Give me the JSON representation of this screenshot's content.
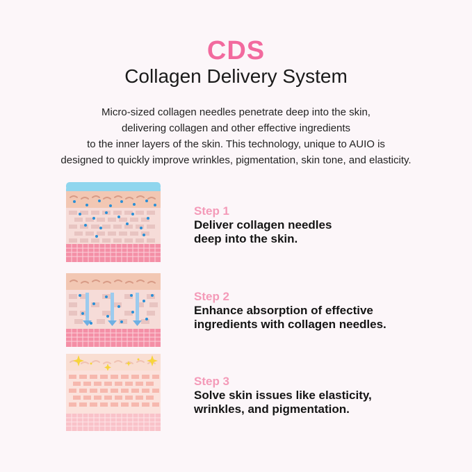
{
  "header": {
    "title": "CDS",
    "subtitle": "Collagen Delivery System",
    "description": [
      "Micro-sized collagen needles penetrate deep into the skin,",
      "delivering collagen and other effective ingredients",
      "to the inner layers of the skin. This technology, unique to AUIO is",
      "designed to quickly improve wrinkles, pigmentation, skin tone, and elasticity."
    ]
  },
  "steps": [
    {
      "label": "Step 1",
      "text": [
        "Deliver collagen needles",
        "deep into the skin."
      ]
    },
    {
      "label": "Step 2",
      "text": [
        "Enhance absorption of effective",
        "ingredients with collagen needles."
      ]
    },
    {
      "label": "Step 3",
      "text": [
        "Solve skin issues like elasticity,",
        "wrinkles, and pigmentation."
      ]
    }
  ],
  "colors": {
    "accent": "#f26a9e",
    "step_label": "#f49ab8",
    "text": "#1a1a1a",
    "needle": "#2a8fd6",
    "patch": "#8fd6ee",
    "sparkle": "#f7d43a"
  },
  "icons": [
    "skin-layers-diagram",
    "collagen-needle-dot",
    "absorption-arrow-icon",
    "sparkle-icon"
  ]
}
